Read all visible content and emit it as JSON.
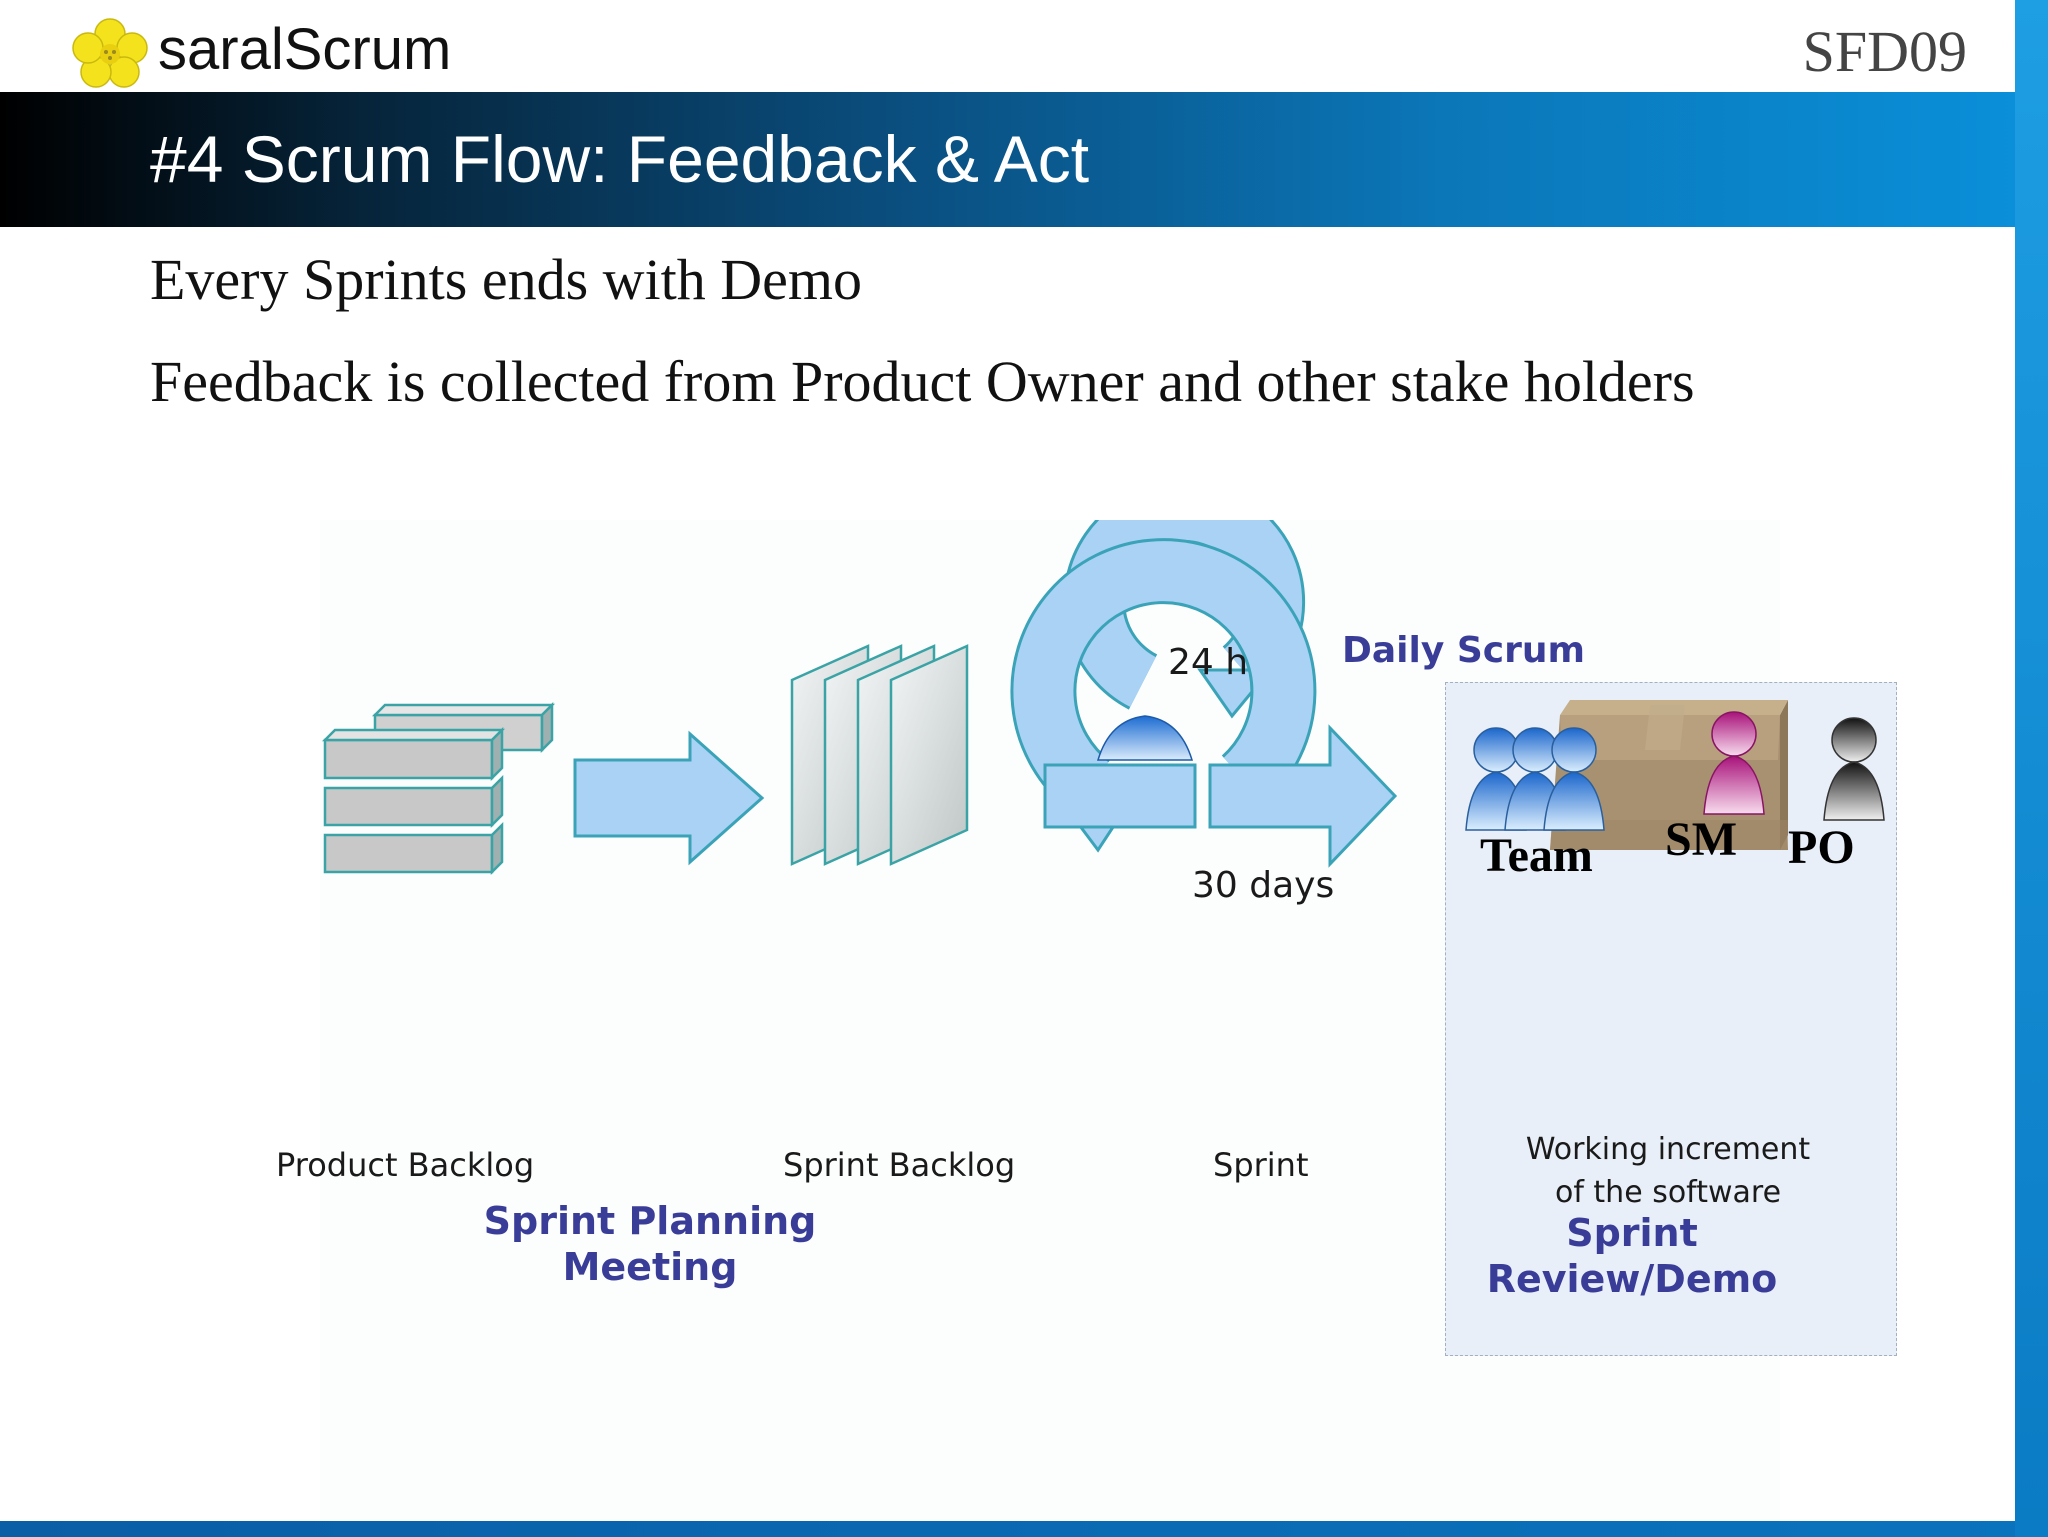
{
  "header": {
    "brand": "saralScrum",
    "slide_code": "SFD09",
    "title": "#4 Scrum Flow: Feedback & Act"
  },
  "bullets": [
    "Every Sprints ends with Demo",
    "Feedback is collected from Product Owner and other stake holders"
  ],
  "diagram": {
    "product_backlog": "Product Backlog",
    "sprint_backlog": "Sprint Backlog",
    "sprint": "Sprint",
    "sprint_planning_line1": "Sprint Planning",
    "sprint_planning_line2": "Meeting",
    "daily_cycle": "24 h",
    "sprint_cycle": "30 days",
    "daily_scrum": "Daily Scrum",
    "roles": [
      "Team",
      "SM",
      "PO"
    ],
    "increment_line1": "Working increment",
    "increment_line2": "of the software",
    "review_line1": "Sprint",
    "review_line2": "Review/Demo"
  },
  "colors": {
    "arrow_fill": "#a9d2f5",
    "arrow_stroke": "#3aa3b8",
    "label_blue": "#3a3d98",
    "sm_magenta": "#c0399a",
    "team_blue": "#2e7fd6"
  }
}
